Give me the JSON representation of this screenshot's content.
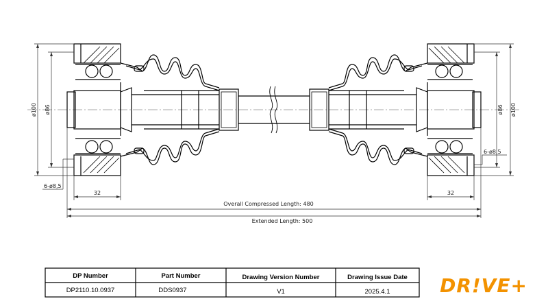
{
  "dimensions": {
    "left_outer_dia": "ø100",
    "left_inner_dia": "ø86",
    "right_outer_dia": "ø100",
    "right_inner_dia": "ø86",
    "left_holes": "6-ø8,5",
    "right_holes": "6-ø8,5",
    "left_flange_width": "32",
    "right_flange_width": "32",
    "compressed_length": "Overall Compressed Length: 480",
    "extended_length": "Extended Length: 500"
  },
  "title_block": {
    "headers": [
      "DP Number",
      "Part Number",
      "Drawing Version Number",
      "Drawing Issue Date"
    ],
    "values": [
      "DP2110.10.0937",
      "DDS0937",
      "V1",
      "2025.4.1"
    ]
  },
  "logo": {
    "text": "DR!VE+",
    "color": "#f39200"
  },
  "colors": {
    "line": "#000000",
    "dim_line": "#333333",
    "background": "#ffffff"
  }
}
